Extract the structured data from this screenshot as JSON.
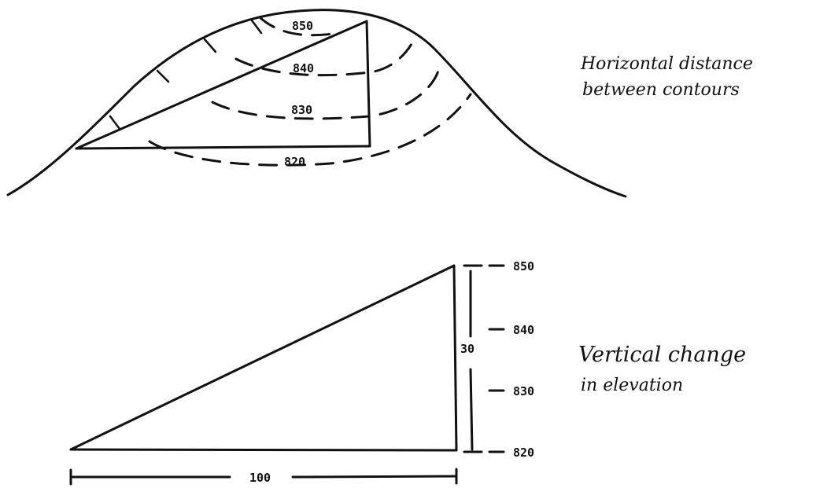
{
  "top_diagram": {
    "contours": [
      {
        "label": "850"
      },
      {
        "label": "840"
      },
      {
        "label": "830"
      },
      {
        "label": "820"
      }
    ],
    "annotation_line1": "Horizontal distance",
    "annotation_line2": "between contours"
  },
  "bottom_diagram": {
    "elevation_ticks": [
      {
        "label": "850"
      },
      {
        "label": "840"
      },
      {
        "label": "830"
      },
      {
        "label": "820"
      }
    ],
    "rise_label": "30",
    "run_label": "100",
    "annotation_line1": "Vertical change",
    "annotation_line2": "in elevation"
  }
}
